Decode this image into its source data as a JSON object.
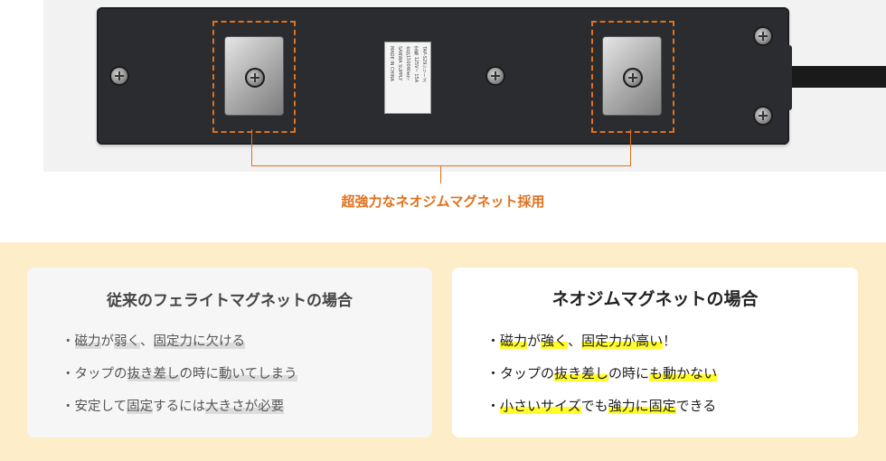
{
  "product": {
    "label_lines": [
      "TAP-S29シリーズ",
      "定格 125V~ 15A",
      "合計1500Wまで",
      "SANWA SUPPLY",
      "MADE IN CHINA"
    ]
  },
  "caption": "超強力なネオジムマグネット採用",
  "old_card": {
    "title": "従来のフェライトマグネットの場合",
    "items": [
      {
        "bullet": "・",
        "segments": [
          {
            "text": "磁力",
            "hl": true
          },
          {
            "text": "が",
            "hl": false
          },
          {
            "text": "弱く",
            "hl": true
          },
          {
            "text": "、",
            "hl": false
          },
          {
            "text": "固定力に欠ける",
            "hl": true
          }
        ]
      },
      {
        "bullet": "・",
        "segments": [
          {
            "text": "タップの",
            "hl": false
          },
          {
            "text": "抜き差し",
            "hl": true
          },
          {
            "text": "の時に",
            "hl": false
          },
          {
            "text": "動いてしまう",
            "hl": true
          }
        ]
      },
      {
        "bullet": "・",
        "segments": [
          {
            "text": "安定して",
            "hl": false
          },
          {
            "text": "固定",
            "hl": true
          },
          {
            "text": "するには",
            "hl": false
          },
          {
            "text": "大きさが必要",
            "hl": true
          }
        ]
      }
    ]
  },
  "new_card": {
    "title": "ネオジムマグネットの場合",
    "items": [
      {
        "bullet": "・",
        "segments": [
          {
            "text": "磁力",
            "hl": true
          },
          {
            "text": "が",
            "hl": false
          },
          {
            "text": "強く",
            "hl": true
          },
          {
            "text": "、",
            "hl": false
          },
          {
            "text": "固定力が高い",
            "hl": true
          },
          {
            "text": "！",
            "hl": false
          }
        ]
      },
      {
        "bullet": "・",
        "segments": [
          {
            "text": "タップの",
            "hl": false
          },
          {
            "text": "抜き差し",
            "hl": true
          },
          {
            "text": "の時に",
            "hl": false
          },
          {
            "text": "も動かない",
            "hl": true
          }
        ]
      },
      {
        "bullet": "・",
        "segments": [
          {
            "text": "小さいサイズ",
            "hl": true
          },
          {
            "text": "でも",
            "hl": false
          },
          {
            "text": "強力に固定",
            "hl": true
          },
          {
            "text": "できる",
            "hl": false
          }
        ]
      }
    ]
  },
  "colors": {
    "accent": "#e0711d",
    "panel_bg": "#fdedc9",
    "highlight_yellow": "#fffc2a",
    "highlight_gray": "#dcdcdc"
  }
}
